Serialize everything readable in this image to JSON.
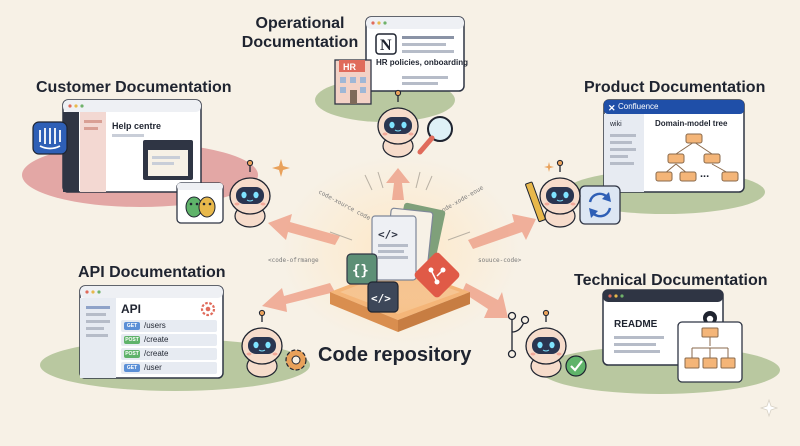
{
  "center": {
    "title": "Code repository"
  },
  "customer": {
    "title": "Customer Documentation",
    "window_heading": "Help centre"
  },
  "operational": {
    "title_line1": "Operational",
    "title_line2": "Documentation",
    "doc_text": "HR policies, onboarding",
    "building_sign": "HR",
    "app_glyph": "N"
  },
  "product": {
    "title": "Product Documentation",
    "app_name": "Confluence",
    "sidebar_label": "wiki",
    "window_heading": "Domain-model tree",
    "dots": "..."
  },
  "api": {
    "title": "API Documentation",
    "window_heading": "API",
    "endpoints": [
      {
        "method": "GET",
        "path": "/users",
        "color": "#5b8fd6"
      },
      {
        "method": "POST",
        "path": "/create",
        "color": "#5fb36a"
      },
      {
        "method": "POST",
        "path": "/create",
        "color": "#5fb36a"
      },
      {
        "method": "GET",
        "path": "/user",
        "color": "#5b8fd6"
      }
    ]
  },
  "technical": {
    "title": "Technical Documentation",
    "window_heading": "README"
  },
  "code_snippets": {
    "upper_left": "code-xource code",
    "upper_right": "code-xode-eoue",
    "left": "<code-ofrmange",
    "right": "souuce-code>"
  },
  "colors": {
    "background": "#f7f1e6",
    "island_green": "#b9c8a0",
    "island_pink": "#e3a7a5",
    "arrow_salmon": "#eea38c",
    "window_dark": "#2f3544",
    "confluence_blue": "#1f4fa8",
    "robot_body": "#f6dccb",
    "robot_face": "#2a3550",
    "robot_eye": "#7fe3ff"
  }
}
